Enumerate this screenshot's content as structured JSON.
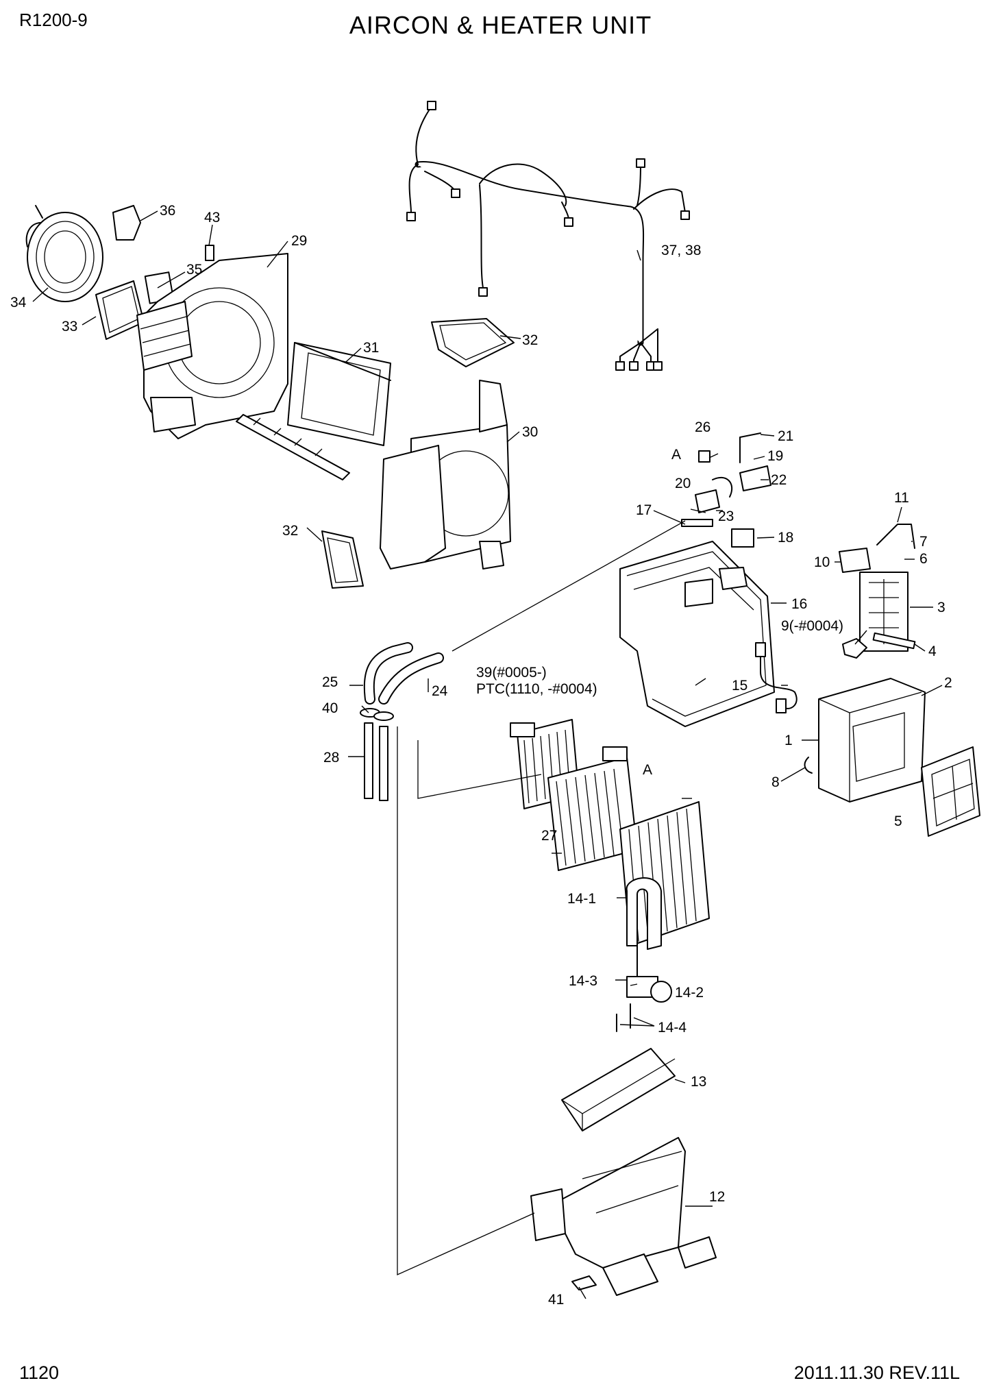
{
  "header": {
    "model": "R1200-9",
    "title": "AIRCON & HEATER UNIT"
  },
  "footer": {
    "page_number": "1120",
    "revision": "2011.11.30  REV.11L"
  },
  "labels": {
    "p1": "1",
    "p2": "2",
    "p3": "3",
    "p4": "4",
    "p5": "5",
    "p6": "6",
    "p7": "7",
    "p8": "8",
    "p9": "9(-#0004)",
    "p10": "10",
    "p11": "11",
    "p12": "12",
    "p13": "13",
    "p14_1": "14-1",
    "p14_2": "14-2",
    "p14_3": "14-3",
    "p14_4": "14-4",
    "p15": "15",
    "p16": "16",
    "p17": "17",
    "p18": "18",
    "p19": "19",
    "p20": "20",
    "p21": "21",
    "p22": "22",
    "p23": "23",
    "p24": "24",
    "p25": "25",
    "p26": "26",
    "p27": "27",
    "p28": "28",
    "p29": "29",
    "p30": "30",
    "p31": "31",
    "p32a": "32",
    "p32b": "32",
    "p33": "33",
    "p34": "34",
    "p35": "35",
    "p36": "36",
    "p37_38": "37, 38",
    "p39a": "39(#0005-)",
    "p39b": "PTC(1110, -#0004)",
    "p40": "40",
    "p41": "41",
    "p43": "43",
    "refA1": "A",
    "refA2": "A"
  }
}
